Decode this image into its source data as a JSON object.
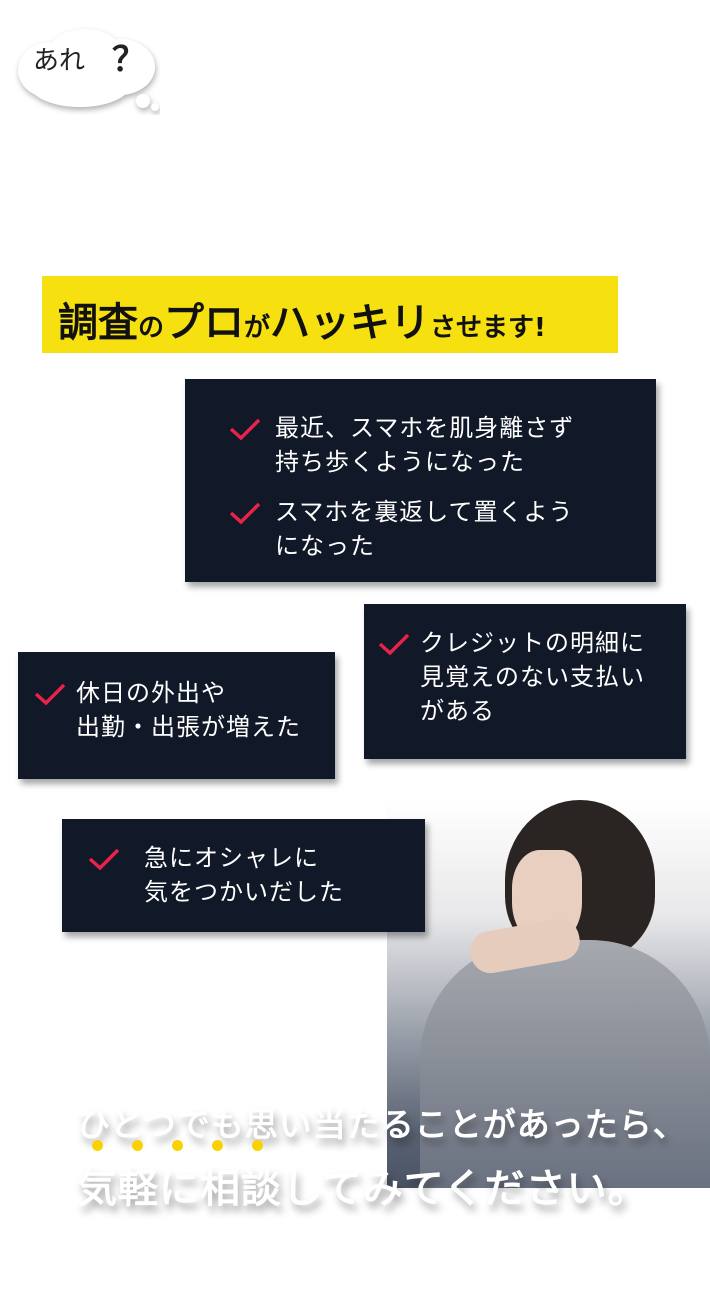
{
  "cloud": {
    "text": "あれ",
    "mark": "？"
  },
  "banner": {
    "parts": [
      "調査",
      "の",
      "プロ",
      "が",
      "ハッキリ",
      "させます!"
    ]
  },
  "cards": [
    {
      "items": [
        [
          "最近、スマホを肌身離さず",
          "持ち歩くようになった"
        ],
        [
          "スマホを裏返して置くよう",
          "になった"
        ]
      ]
    },
    {
      "items": [
        [
          "クレジットの明細に",
          "見覚えのない支払い",
          "がある"
        ]
      ]
    },
    {
      "items": [
        [
          "休日の外出や",
          "出勤・出張が増えた"
        ]
      ]
    },
    {
      "items": [
        [
          "急にオシャレに",
          "気をつかいだした"
        ]
      ]
    }
  ],
  "footer": {
    "line1": "ひとつでも思い当たることがあったら、",
    "line2": "気軽に相談してみてください。"
  },
  "colors": {
    "banner": "#f6e00f",
    "card": "#111827",
    "check": "#e8234a",
    "dot": "#f8d300"
  }
}
